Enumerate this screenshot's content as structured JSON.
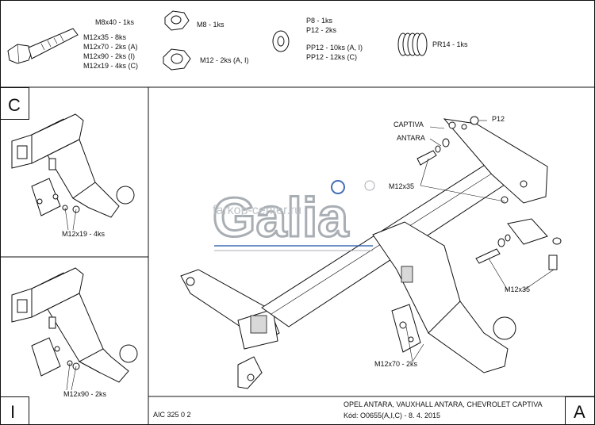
{
  "parts": {
    "bolt": {
      "label": "M8x40 - 1ks",
      "sizes": [
        "M12x35 - 8ks",
        "M12x70 - 2ks (A)",
        "M12x90 - 2ks (I)",
        "M12x19 - 4ks (C)"
      ]
    },
    "nuts": {
      "m8": "M8 - 1ks",
      "m12": "M12 - 2ks (A, I)"
    },
    "washers": [
      "P8 - 1ks",
      "P12 - 2ks",
      "PP12 - 10ks (A, I)",
      "PP12 - 12ks (C)"
    ],
    "spring": "PR14 - 1ks"
  },
  "panels": {
    "c": {
      "letter": "C",
      "callout": "M12x19 - 4ks"
    },
    "i": {
      "letter": "I",
      "callout": "M12x90 - 2ks"
    },
    "a": {
      "letter": "A"
    }
  },
  "main": {
    "callouts": {
      "p12": "P12",
      "captiva": "CAPTIVA",
      "antara": "ANTARA",
      "m12x35_top": "M12x35",
      "m12x35_right": "M12x35",
      "m12x70": "M12x70 - 2ks"
    },
    "watermark": {
      "logo": "Galia",
      "url": "farkop-center.ru"
    }
  },
  "footer": {
    "code": "AIC 325 0 2",
    "vehicle": "OPEL ANTARA, VAUXHALL ANTARA, CHEVROLET CAPTIVA",
    "doc": "Kód: O0655(A,I,C) - 8. 4. 2015"
  },
  "colors": {
    "line": "#111111",
    "shade": "#d8d8d8",
    "watermark": "#9aa0a6",
    "accent": "#2255aa"
  }
}
